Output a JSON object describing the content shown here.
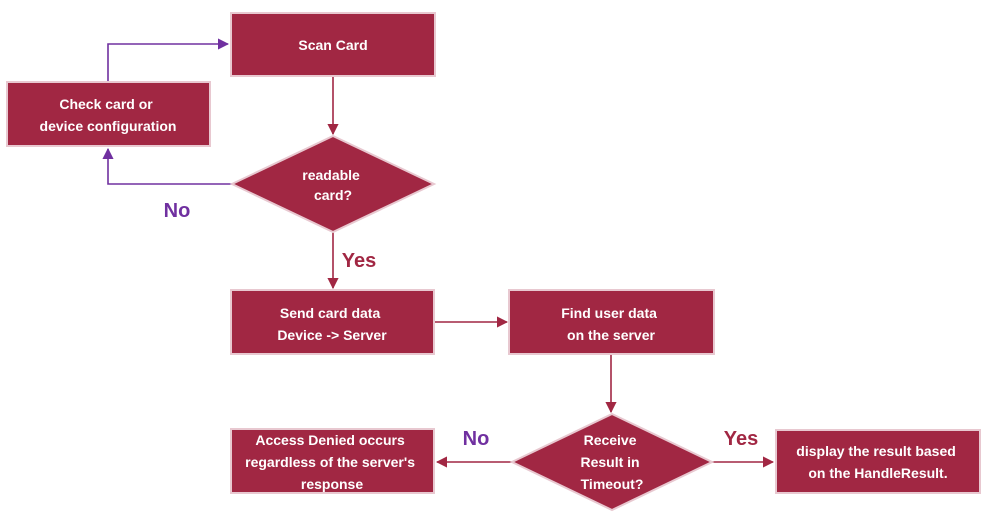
{
  "colors": {
    "node_fill": "#a12743",
    "node_text": "#ffffff",
    "edge_main": "#a12743",
    "edge_no": "#7030a0",
    "label_yes": "#a12743",
    "label_no": "#7030a0"
  },
  "nodes": {
    "scan_card": {
      "lines": [
        "Scan Card"
      ]
    },
    "check_config": {
      "lines": [
        "Check card or",
        "device configuration"
      ]
    },
    "readable": {
      "lines": [
        "readable",
        "card?"
      ]
    },
    "send_data": {
      "lines": [
        "Send card data",
        "Device -> Server"
      ]
    },
    "find_user": {
      "lines": [
        "Find user data",
        "on the server"
      ]
    },
    "receive_result": {
      "lines": [
        "Receive",
        "Result in",
        "Timeout?"
      ]
    },
    "access_denied": {
      "lines": [
        "Access Denied occurs",
        "regardless of the server's",
        "response"
      ]
    },
    "display_result": {
      "lines": [
        "display the result based",
        "on the HandleResult."
      ]
    }
  },
  "edge_labels": {
    "readable_no": "No",
    "readable_yes": "Yes",
    "timeout_no": "No",
    "timeout_yes": "Yes"
  }
}
